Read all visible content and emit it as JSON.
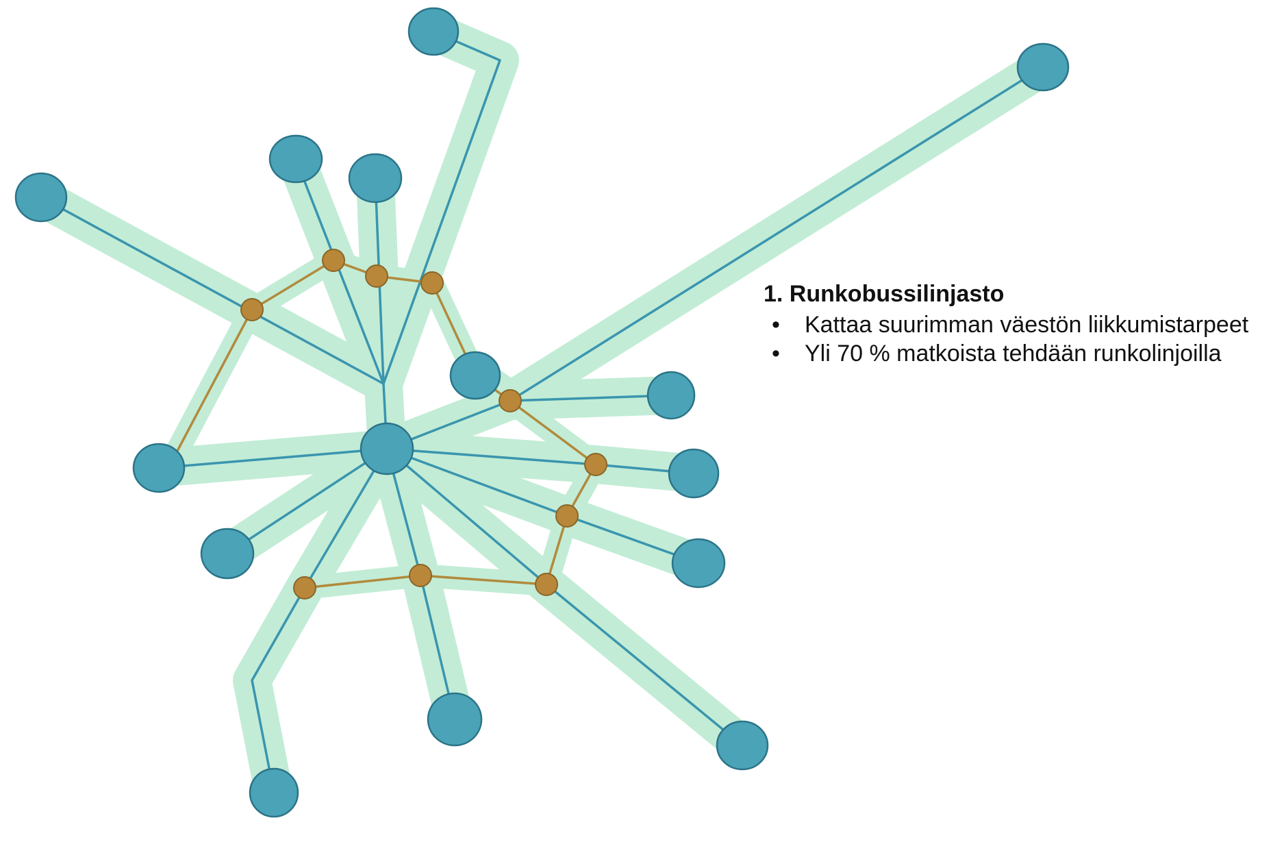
{
  "title": "1. Runkobussilinjasto",
  "bullets": [
    "Kattaa suurimman väestön liikkumistarpeet",
    "Yli 70 % matkoista tehdään runkolinjoilla"
  ],
  "colors": {
    "halo": "#c2ecd6",
    "route": "#3a95ae",
    "stop_fill": "#4ba3b8",
    "stop_stroke": "#2b7488",
    "ring": "#b18a3c",
    "ring_stop_fill": "#b8873a",
    "ring_stop_stroke": "#8a6628"
  }
}
